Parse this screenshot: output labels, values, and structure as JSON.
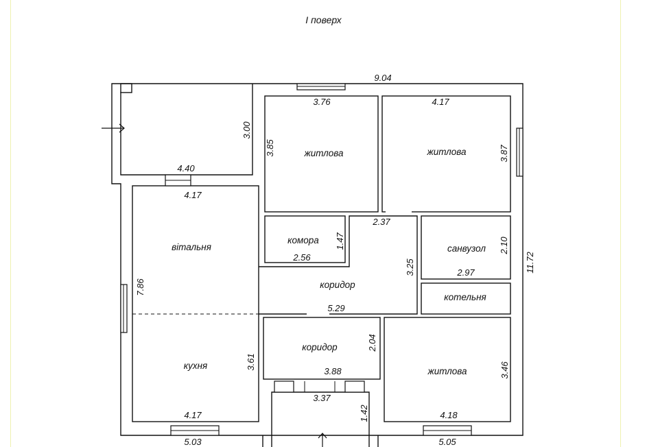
{
  "title": "І поверх",
  "rooms": {
    "zhytlova_1": "житлова",
    "zhytlova_2": "житлова",
    "zhytlova_3": "житлова",
    "komora": "комора",
    "sanvuzol": "санвузол",
    "vitalnia": "вітальня",
    "korydor_1": "коридор",
    "korydor_2": "коридор",
    "kotelnia": "котельня",
    "kukhnia": "кухня"
  },
  "dimensions": {
    "overall_width": "9.04",
    "overall_height": "11.72",
    "terrace_width": "4.40",
    "terrace_height": "3.00",
    "bed1_width": "3.76",
    "bed1_height": "3.85",
    "bed2_width": "4.17",
    "bed2_height": "3.87",
    "living_width": "4.17",
    "living_height": "7.86",
    "pantry_width": "2.56",
    "pantry_height": "1.47",
    "corr1_top": "2.37",
    "corr1_height": "3.25",
    "corr1_width": "5.29",
    "bath_height": "2.10",
    "bath_width": "2.97",
    "corr2_height": "2.04",
    "corr2_width": "3.88",
    "porch_width": "3.37",
    "porch_height": "1.42",
    "kitchen_height": "3.61",
    "kitchen_width": "4.17",
    "bed3_height": "3.46",
    "bed3_width": "4.18",
    "bottom_left": "5.03",
    "bottom_right": "5.05"
  }
}
